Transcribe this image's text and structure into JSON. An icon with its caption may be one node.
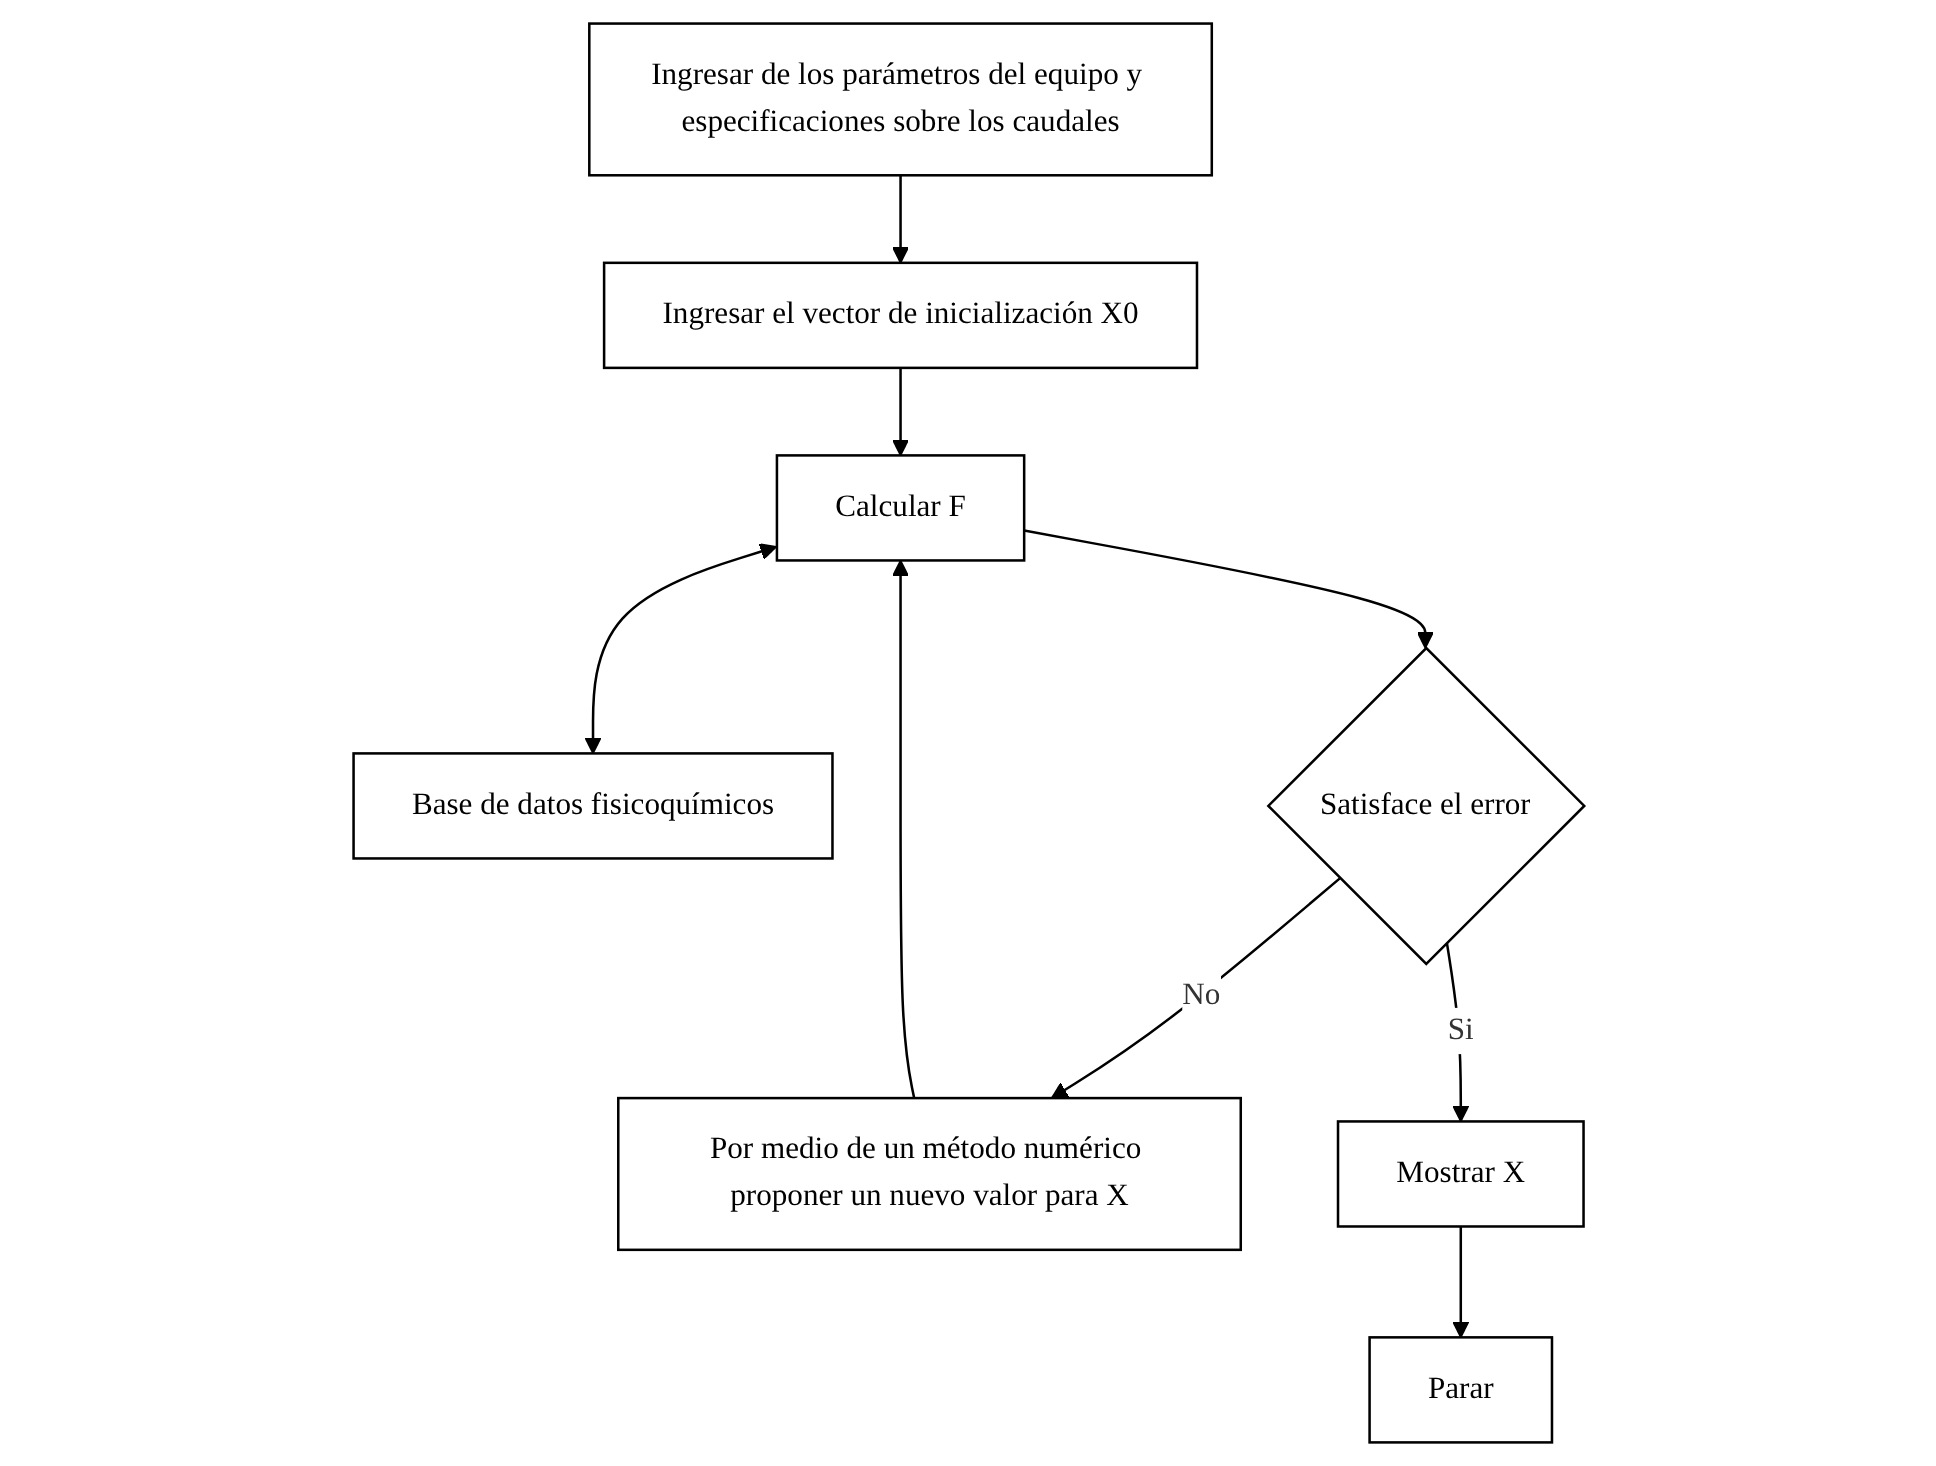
{
  "diagram": {
    "nodes": [
      {
        "text": [
          "Ingresar de los parámetros del equipo y especificaciones sobre los caudales"
        ]
      },
      {
        "text": [
          "Ingresar el vector de inicialización X0"
        ]
      },
      {
        "text": [
          "Calcular F"
        ]
      },
      {
        "text": [
          "Base de datos fisicoquímicos"
        ]
      },
      {
        "text": [
          "Por medio de un método numérico proponer un nuevo valor para X"
        ]
      },
      {
        "text": [
          "Satisface el error"
        ]
      },
      {
        "text": [
          "Mostrar X"
        ]
      },
      {
        "text": [
          "Parar"
        ]
      }
    ],
    "edges": [
      {
        "from": 0,
        "to": 1,
        "arrow": "to"
      },
      {
        "from": 1,
        "to": 2,
        "arrow": "to"
      },
      {
        "from": 2,
        "to": 3,
        "arrow": "both"
      },
      {
        "from": 2,
        "to": 5,
        "arrow": "to"
      },
      {
        "from": 5,
        "to": 4,
        "label": "No",
        "arrow": "to"
      },
      {
        "from": 4,
        "to": 2,
        "arrow": "to"
      },
      {
        "from": 5,
        "to": 6,
        "label": "Si",
        "arrow": "to"
      },
      {
        "from": 6,
        "to": 7,
        "arrow": "to"
      }
    ]
  }
}
